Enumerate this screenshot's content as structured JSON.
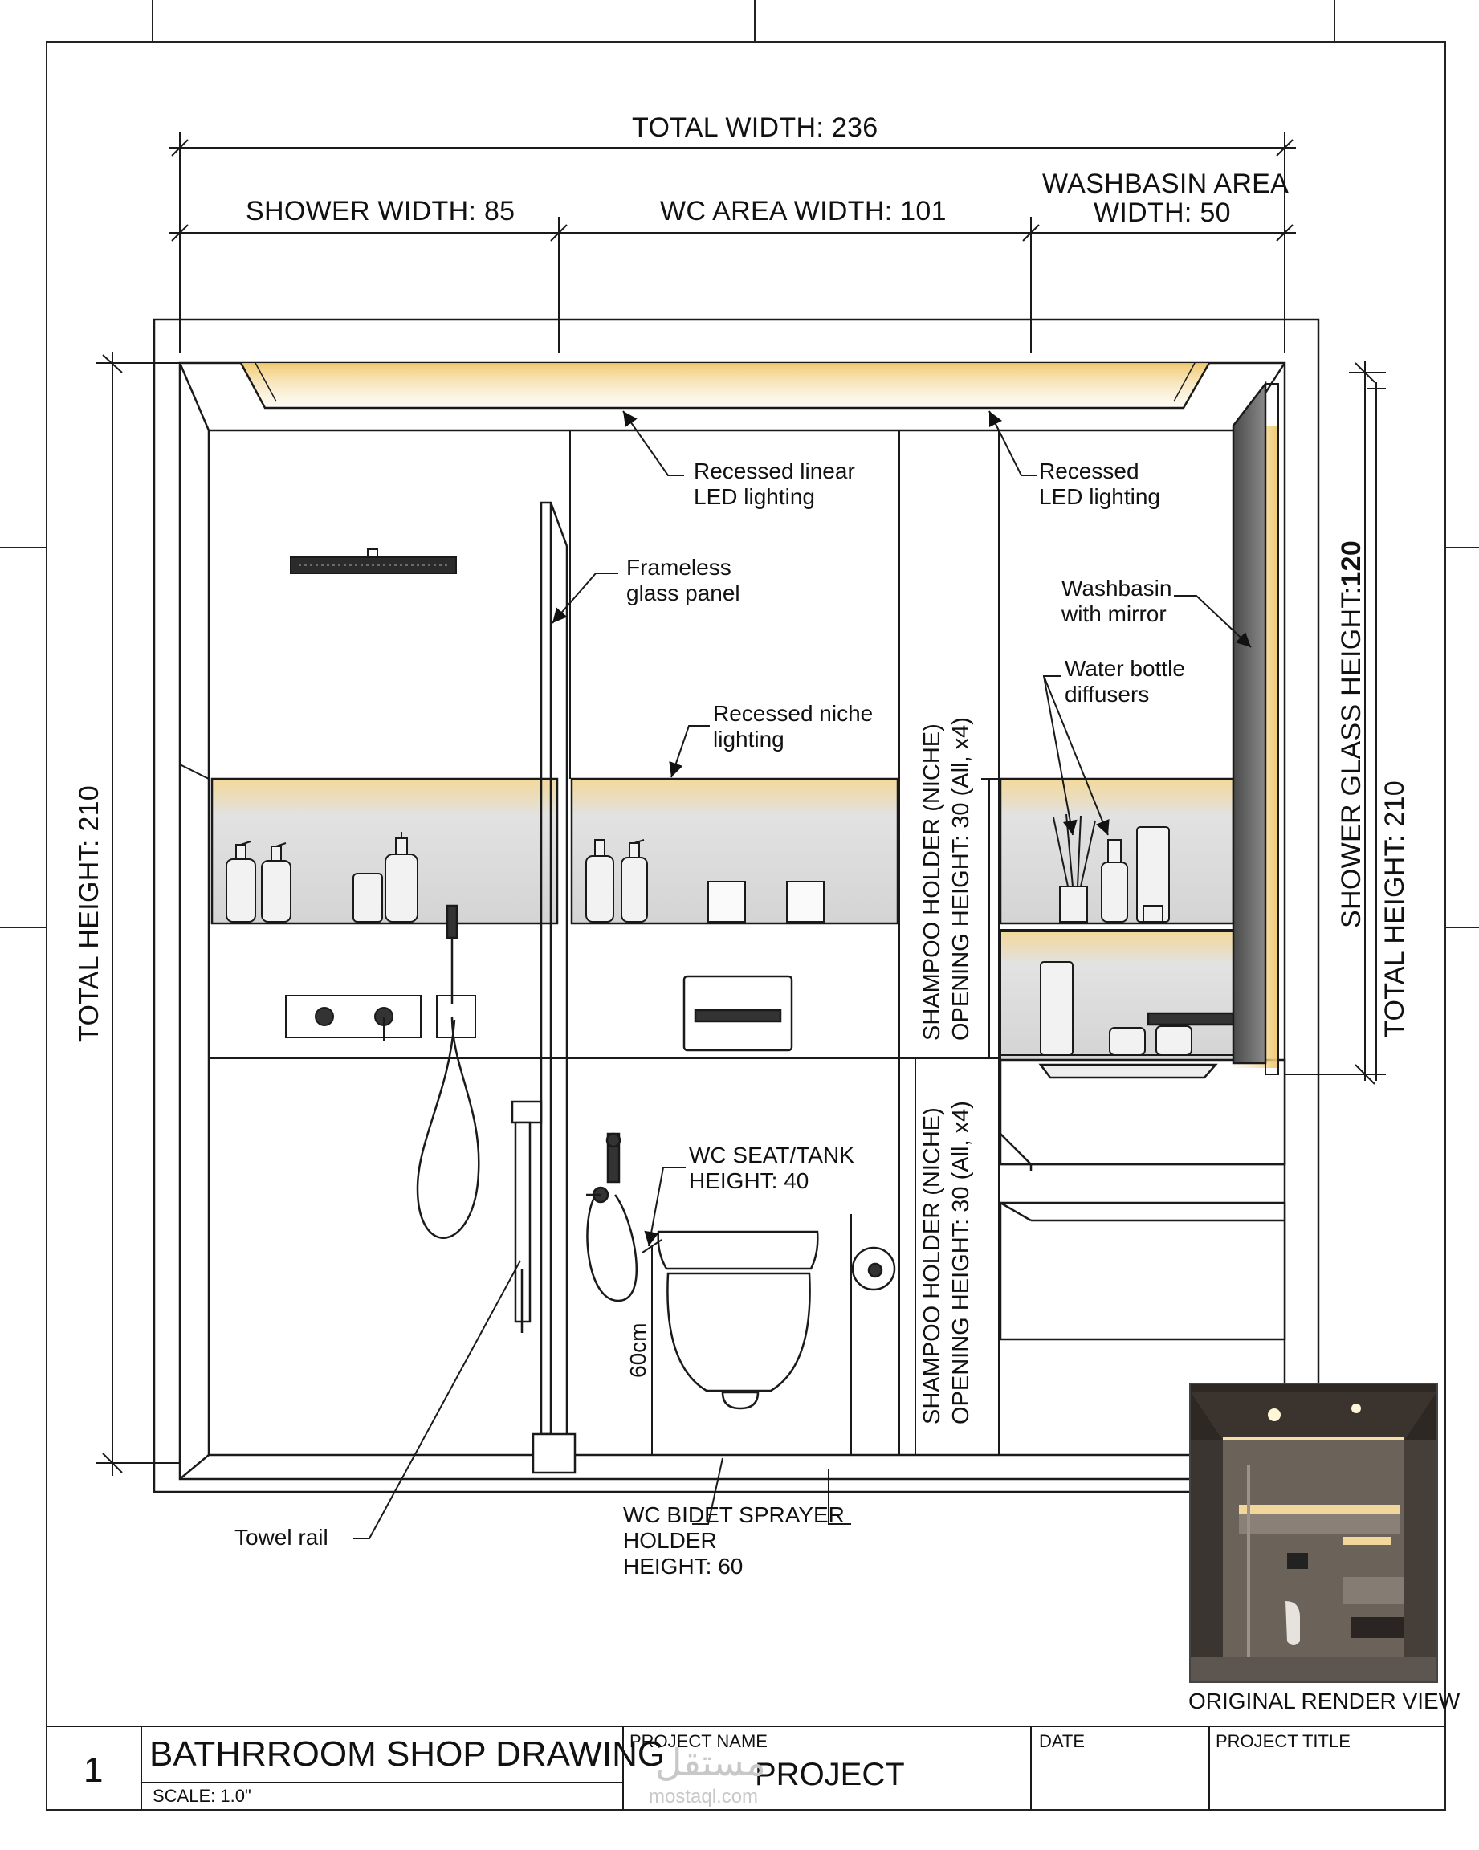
{
  "drawing": {
    "dimensions": {
      "total_width": "TOTAL WIDTH: 236",
      "shower_width": "SHOWER WIDTH: 85",
      "wc_area_width": "WC AREA WIDTH: 101",
      "washbasin_area_width_line1": "WASHBASIN AREA",
      "washbasin_area_width_line2": "WIDTH: 50",
      "total_height_left": "TOTAL HEIGHT: 210",
      "total_height_right": "TOTAL HEIGHT: 210",
      "shower_glass_height_label": "SHOWER GLASS HEIGHT:",
      "shower_glass_height_value": "120",
      "wc_60cm": "60cm"
    },
    "annotations": {
      "recessed_linear_led_1": "Recessed linear",
      "recessed_linear_led_2": "LED lighting",
      "recessed_led_1": "Recessed",
      "recessed_led_2": "LED lighting",
      "frameless_glass_1": "Frameless",
      "frameless_glass_2": "glass panel",
      "washbasin_mirror_1": "Washbasin",
      "washbasin_mirror_2": "with mirror",
      "water_bottle_1": "Water bottle",
      "water_bottle_2": "diffusers",
      "niche_lighting_1": "Recessed niche",
      "niche_lighting_2": "lighting",
      "shampoo_upper_1": "SHAMPOO HOLDER (NICHE)",
      "shampoo_upper_2": "OPENING HEIGHT: 30 (All, x4)",
      "shampoo_lower_1": "SHAMPOO HOLDER (NICHE)",
      "shampoo_lower_2": "OPENING HEIGHT: 30 (All, x4)",
      "wc_seat_1": "WC SEAT/TANK",
      "wc_seat_2": "HEIGHT: 40",
      "bidet_1": "WC BIDET SPRAYER",
      "bidet_2": "HOLDER",
      "bidet_3": "HEIGHT: 60",
      "towel_rail": "Towel rail",
      "render_caption": "ORIGINAL RENDER VIEW"
    }
  },
  "title_block": {
    "sheet_number": "1",
    "drawing_title": "BATHRROOM SHOP DRAWING",
    "scale": "SCALE: 1.0\"",
    "project_name_label": "PROJECT NAME",
    "project_name_value": "PROJECT",
    "date_label": "DATE",
    "project_title_label": "PROJECT TITLE"
  },
  "watermark": {
    "arabic": "مستقل",
    "latin": "mostaql.com"
  },
  "colors": {
    "line": "#1a1a1a",
    "led_glow": "#f3d99a",
    "niche_fill": "#dcdcdc",
    "render_dark": "#3c3530"
  }
}
